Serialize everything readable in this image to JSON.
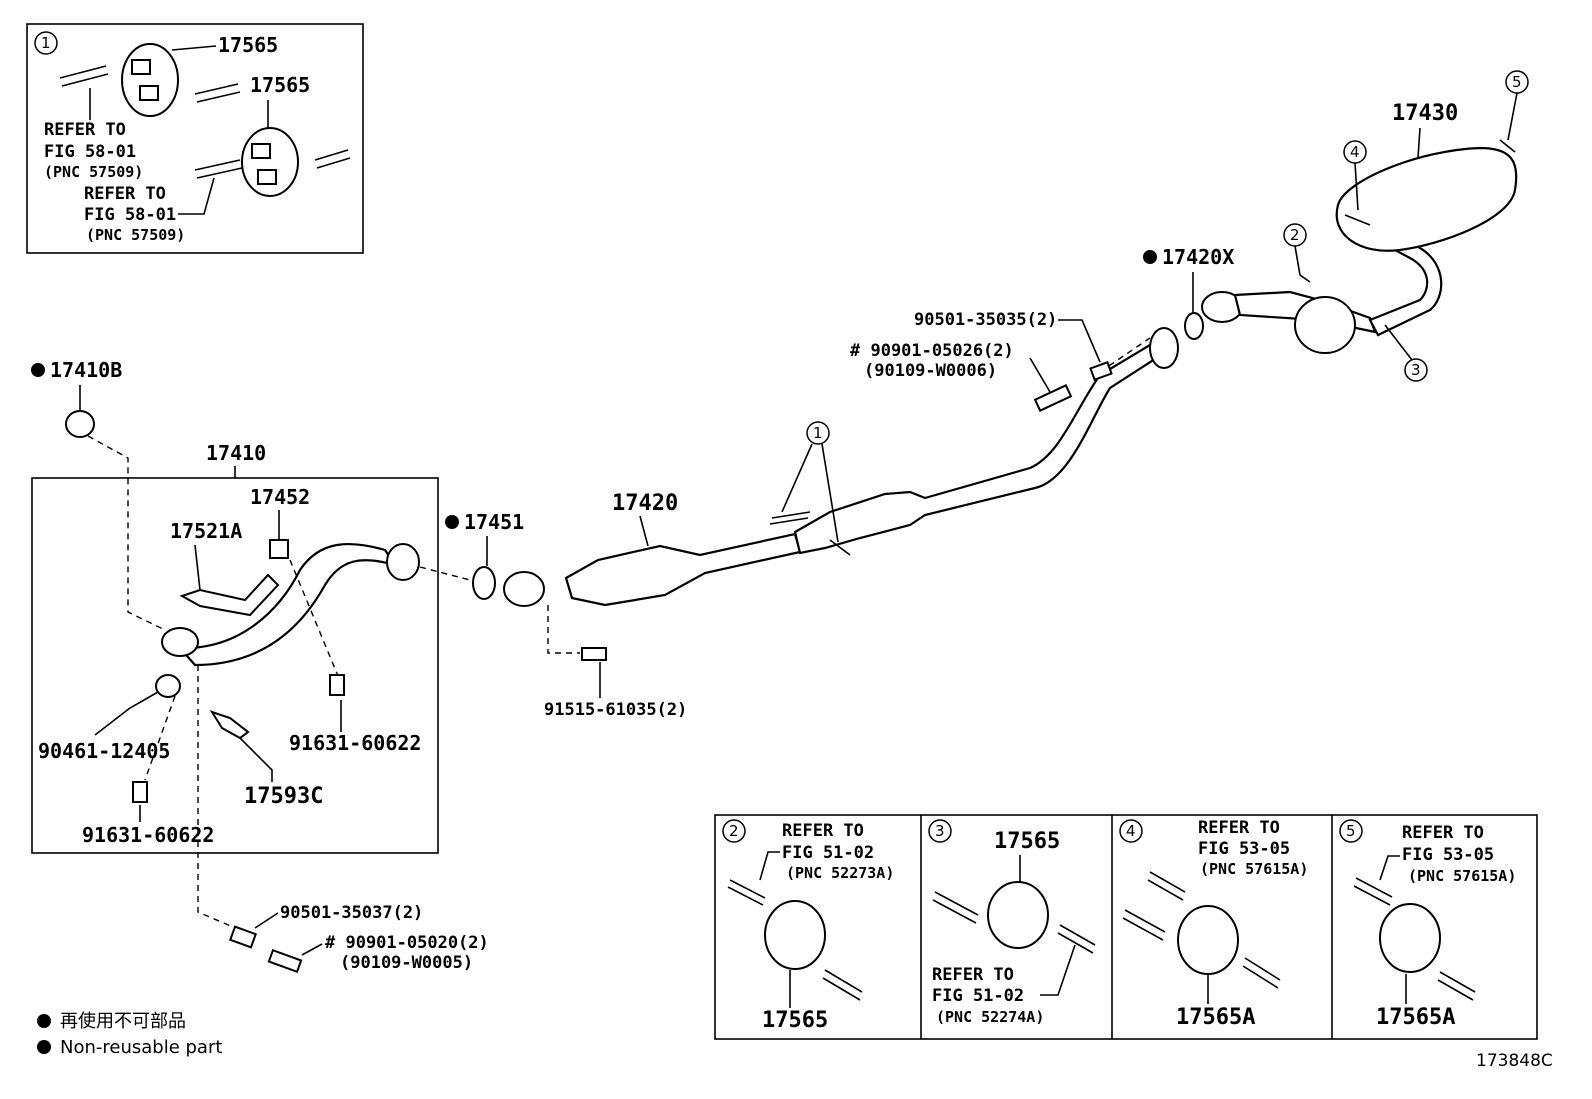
{
  "figure_code": "173848C",
  "legend": {
    "ja": "再使用不可部品",
    "en": "Non-reusable part"
  },
  "refer_to": "REFER TO",
  "parts": {
    "p17565": "17565",
    "p17565A": "17565A",
    "p17430": "17430",
    "p17420X": "17420X",
    "p17420": "17420",
    "p17410B": "17410B",
    "p17410": "17410",
    "p17452": "17452",
    "p17521A": "17521A",
    "p17451": "17451",
    "p90461": "90461-12405",
    "p91631a": "91631-60622",
    "p91631b": "91631-60622",
    "p17593C": "17593C",
    "p91515": "91515-61035(2)",
    "p90501_35035": "90501-35035(2)",
    "p90901_05026": "# 90901-05026(2)",
    "p90109_W0006": "(90109-W0006)",
    "p90501_35037": "90501-35037(2)",
    "p90901_05020": "# 90901-05020(2)",
    "p90109_W0005": "(90109-W0005)"
  },
  "refs": {
    "fig5801": "FIG 58-01",
    "pnc57509": "(PNC 57509)",
    "fig5102": "FIG 51-02",
    "pnc52273A": "(PNC 52273A)",
    "pnc52274A": "(PNC 52274A)",
    "fig5305": "FIG 53-05",
    "pnc57615A": "(PNC 57615A)"
  },
  "callouts": [
    "1",
    "2",
    "3",
    "4",
    "5"
  ]
}
